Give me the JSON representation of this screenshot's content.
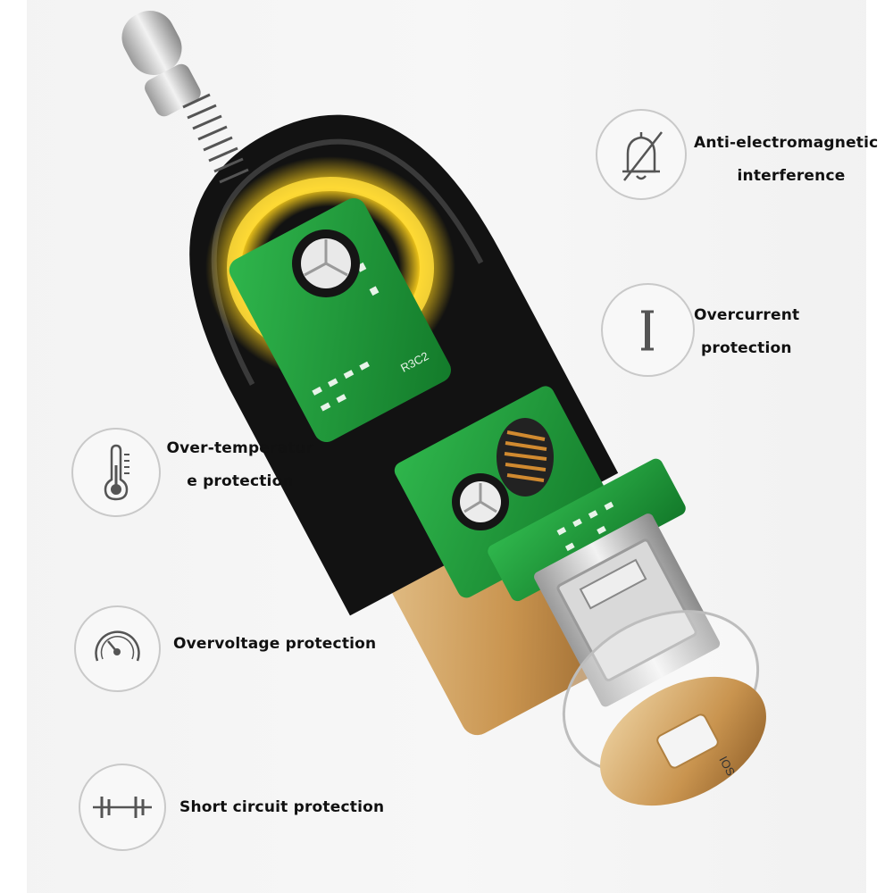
{
  "features": {
    "emi": {
      "icon": "bell-off-icon",
      "line1": "Anti-electromagnetic",
      "line2": "interference"
    },
    "overcurrent": {
      "icon": "current-i-icon",
      "line1": "Overcurrent",
      "line2": "protection"
    },
    "temperature": {
      "icon": "thermometer-icon",
      "line1": "Over-temperatur",
      "line2": "e protection"
    },
    "overvoltage": {
      "icon": "gauge-icon",
      "line1": "Overvoltage protection"
    },
    "short_circuit": {
      "icon": "short-circuit-icon",
      "line1": "Short circuit protection"
    }
  },
  "product": {
    "pcb_marking": "R3C2",
    "port_marking": "IOS"
  },
  "colors": {
    "pcb_green": "#1f9e3a",
    "glow_yellow": "#ffd21a",
    "shell_gold": "#d6a86a",
    "shell_black": "#121212"
  }
}
